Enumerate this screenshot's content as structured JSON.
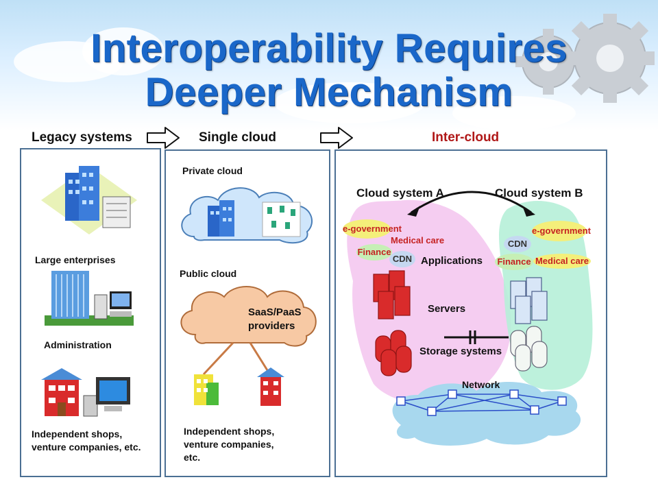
{
  "title": {
    "line1": "Interoperability Requires",
    "line2": "Deeper Mechanism"
  },
  "stages": {
    "legacy": "Legacy systems",
    "single": "Single cloud",
    "inter": "Inter-cloud"
  },
  "legacy_panel": {
    "large_enterprises": "Large enterprises",
    "administration": "Administration",
    "independent": "Independent shops, venture companies, etc."
  },
  "single_panel": {
    "private_cloud": "Private cloud",
    "public_cloud": "Public cloud",
    "providers": "SaaS/PaaS providers",
    "independent": "Independent shops, venture companies, etc."
  },
  "inter_panel": {
    "system_a": "Cloud system A",
    "system_b": "Cloud system B",
    "egov": "e-government",
    "medical": "Medical care",
    "finance": "Finance",
    "cdn": "CDN",
    "applications": "Applications",
    "servers": "Servers",
    "storage": "Storage systems",
    "network": "Network"
  },
  "colors": {
    "title": "#1a67c9",
    "inter_cloud_label": "#b01818",
    "panel_border": "#4b6f93"
  }
}
